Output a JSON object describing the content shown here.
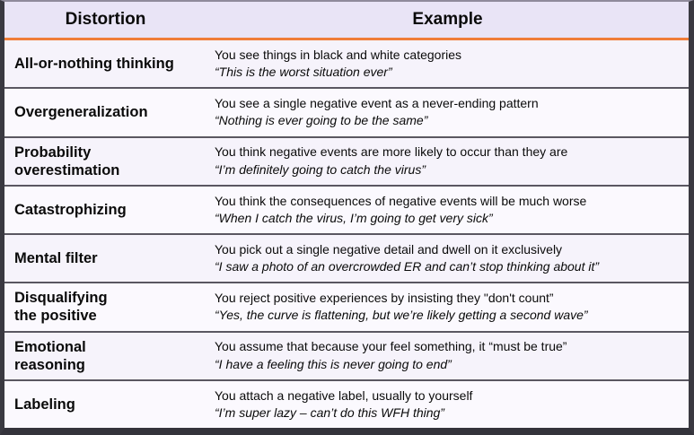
{
  "table": {
    "headers": {
      "distortion": "Distortion",
      "example": "Example"
    },
    "rows": [
      {
        "name": "All-or-nothing thinking",
        "description": "You see things in black and white categories",
        "quote": "“This is the worst situation ever”"
      },
      {
        "name": "Overgeneralization",
        "description": "You see a single negative event as a never-ending pattern",
        "quote": "“Nothing is ever going to be the same”"
      },
      {
        "name": "Probability\noverestimation",
        "description": "You think negative events are more likely to occur than they are",
        "quote": "“I’m definitely going to catch the virus”"
      },
      {
        "name": "Catastrophizing",
        "description": "You think the consequences of negative events will be much worse",
        "quote": "“When I catch the virus, I’m going to get very sick”"
      },
      {
        "name": "Mental filter",
        "description": "You pick out a single negative detail and dwell on it exclusively",
        "quote": "“I saw a photo of an overcrowded ER and can’t stop thinking about it”"
      },
      {
        "name": "Disqualifying\nthe positive",
        "description": "You reject positive experiences by insisting they \"don't count”",
        "quote": "“Yes, the curve is flattening, but we’re likely getting a second wave”"
      },
      {
        "name": "Emotional\nreasoning",
        "description": "You assume that because your feel something, it “must be true”",
        "quote": "“I have a feeling this is never going to end”"
      },
      {
        "name": "Labeling",
        "description": "You attach a negative label, usually to yourself",
        "quote": "“I’m super lazy – can’t do this WFH thing”"
      }
    ]
  },
  "colors": {
    "accent_orange": "#F07D38",
    "header_bg": "#E9E4F6",
    "row_bg_odd": "#F6F3FB",
    "row_bg_even": "#FBF9FE",
    "frame_border": "#3A3941",
    "divider": "#5A5761",
    "text": "#0A0A0A"
  }
}
